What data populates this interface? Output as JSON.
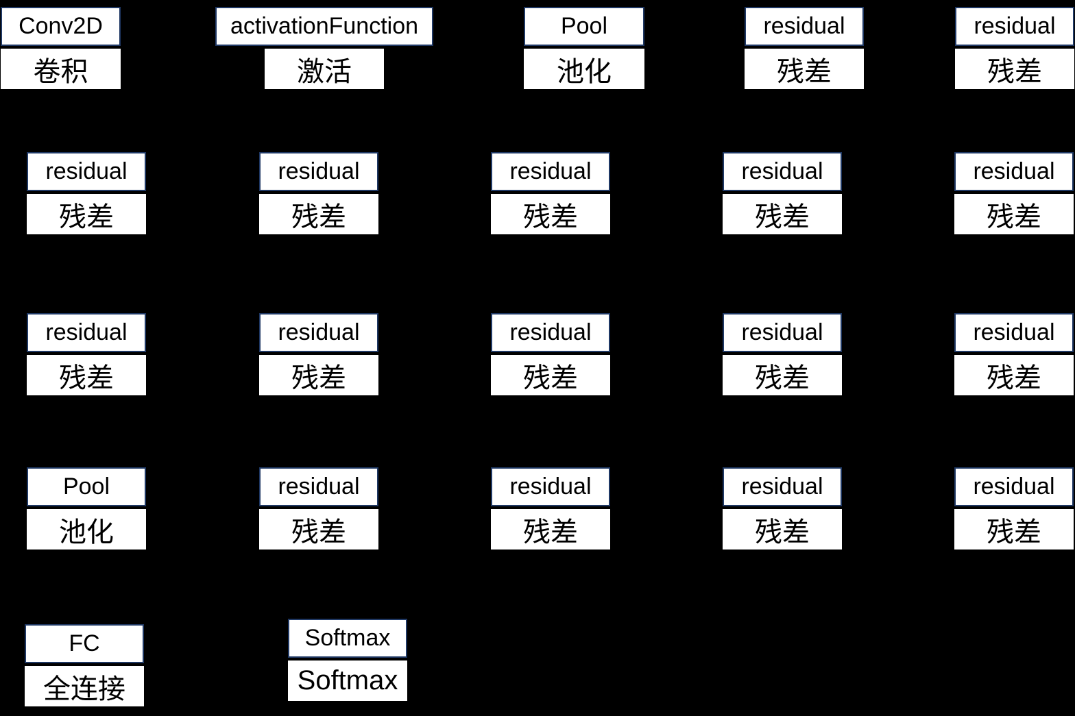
{
  "colors": {
    "background": "#000000",
    "box_fill": "#ffffff",
    "box_border": "#1f3864",
    "text": "#000000"
  },
  "nodes": [
    {
      "en": "Conv2D",
      "zh": "卷积"
    },
    {
      "en": "activationFunction",
      "zh": "激活"
    },
    {
      "en": "Pool",
      "zh": "池化"
    },
    {
      "en": "residual",
      "zh": "残差"
    },
    {
      "en": "residual",
      "zh": "残差"
    },
    {
      "en": "residual",
      "zh": "残差"
    },
    {
      "en": "residual",
      "zh": "残差"
    },
    {
      "en": "residual",
      "zh": "残差"
    },
    {
      "en": "residual",
      "zh": "残差"
    },
    {
      "en": "residual",
      "zh": "残差"
    },
    {
      "en": "residual",
      "zh": "残差"
    },
    {
      "en": "residual",
      "zh": "残差"
    },
    {
      "en": "residual",
      "zh": "残差"
    },
    {
      "en": "residual",
      "zh": "残差"
    },
    {
      "en": "residual",
      "zh": "残差"
    },
    {
      "en": "Pool",
      "zh": "池化"
    },
    {
      "en": "residual",
      "zh": "残差"
    },
    {
      "en": "residual",
      "zh": "残差"
    },
    {
      "en": "residual",
      "zh": "残差"
    },
    {
      "en": "residual",
      "zh": "残差"
    },
    {
      "en": "FC",
      "zh": "全连接"
    },
    {
      "en": "Softmax",
      "zh": "Softmax"
    }
  ]
}
